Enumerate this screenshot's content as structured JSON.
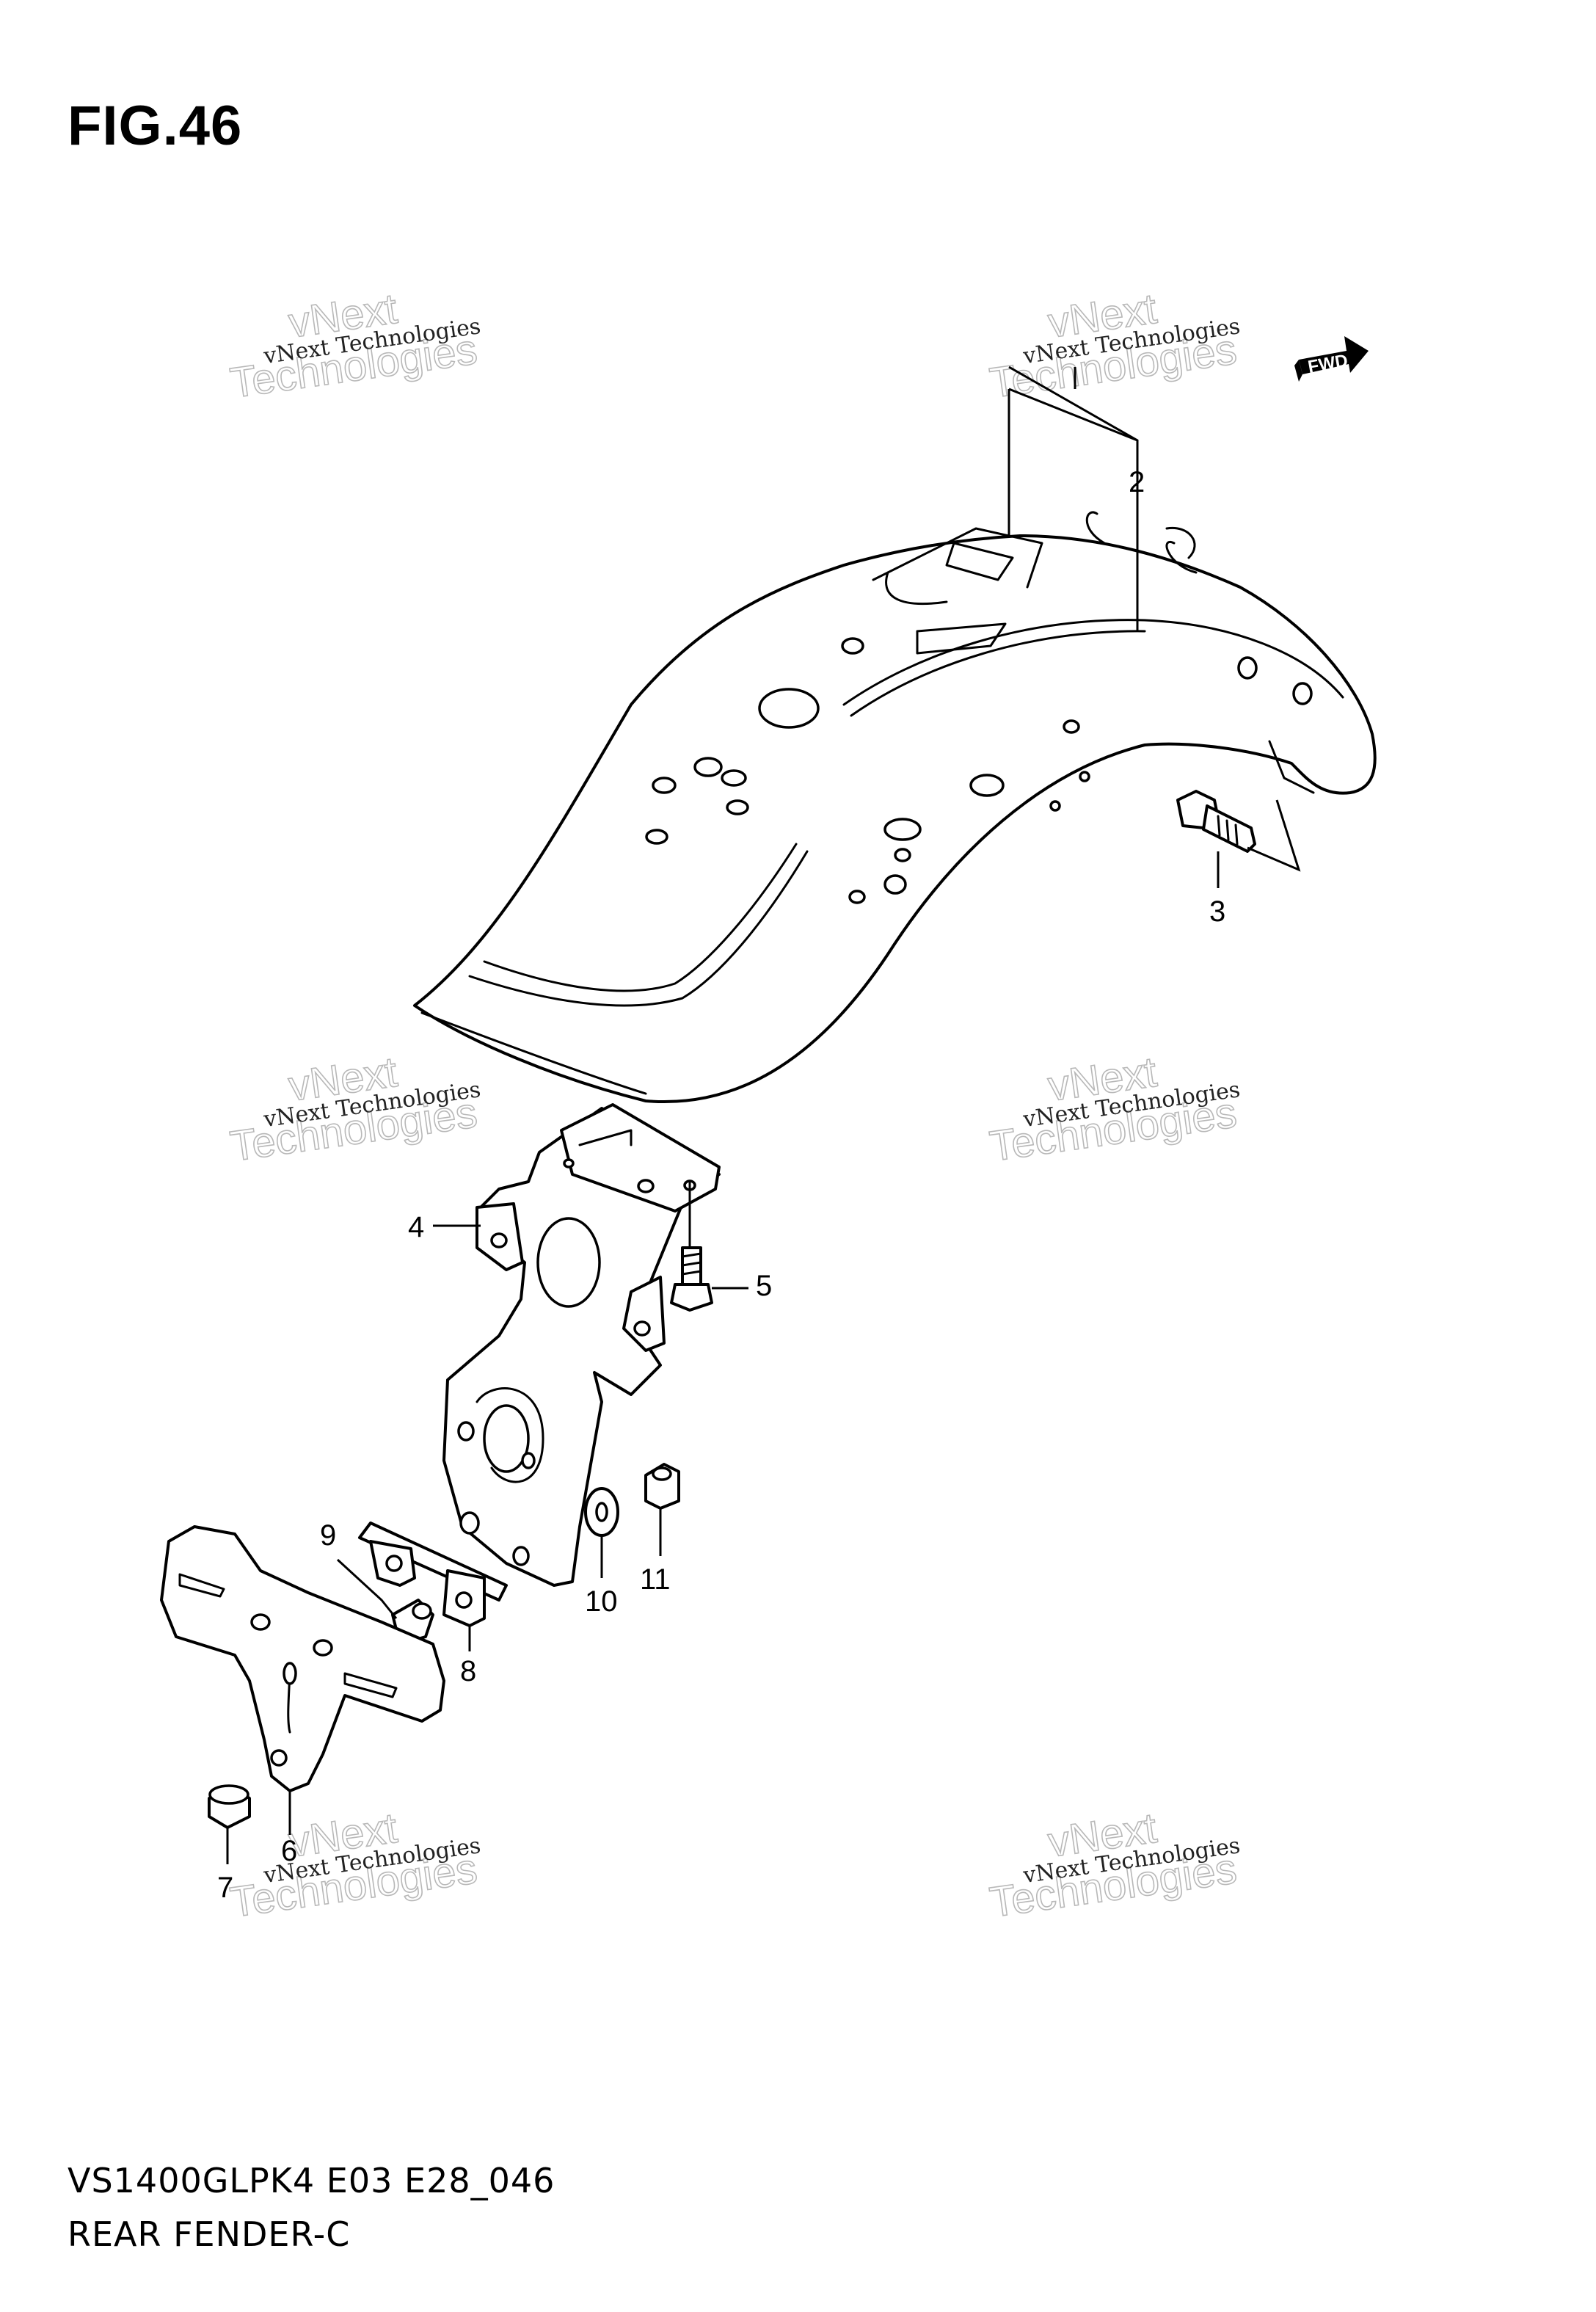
{
  "figure": {
    "title": "FIG.46"
  },
  "footer": {
    "model_code": "VS1400GLPK4 E03 E28_046",
    "section_name": "REAR FENDER-C"
  },
  "direction_arrow": {
    "label": "FWD"
  },
  "watermark": {
    "small_text": "vNext Technologies",
    "large_line1": "vNext",
    "large_line2": "Technologies"
  },
  "callouts": [
    "2",
    "3",
    "4",
    "5",
    "6",
    "7",
    "8",
    "9",
    "10",
    "11"
  ]
}
